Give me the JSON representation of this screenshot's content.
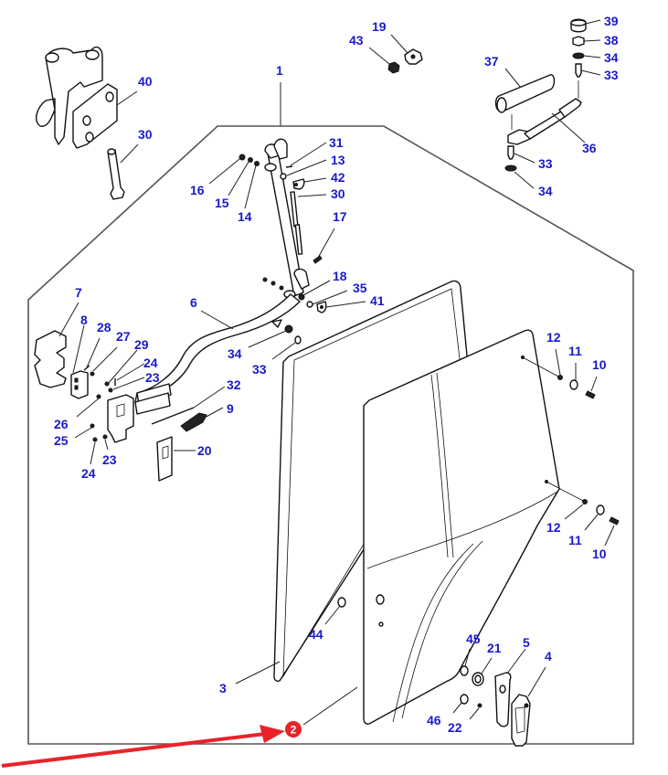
{
  "diagram": {
    "title": "Cab door assembly exploded parts view",
    "label_color": "#1a1acc",
    "highlight_color": "#e8232a",
    "highlighted_part": "2",
    "callouts": [
      {
        "id": "c1",
        "text": "1"
      },
      {
        "id": "c2",
        "text": "2"
      },
      {
        "id": "c3",
        "text": "3"
      },
      {
        "id": "c4",
        "text": "4"
      },
      {
        "id": "c5",
        "text": "5"
      },
      {
        "id": "c6",
        "text": "6"
      },
      {
        "id": "c7",
        "text": "7"
      },
      {
        "id": "c8",
        "text": "8"
      },
      {
        "id": "c9",
        "text": "9"
      },
      {
        "id": "c10a",
        "text": "10"
      },
      {
        "id": "c10b",
        "text": "10"
      },
      {
        "id": "c11a",
        "text": "11"
      },
      {
        "id": "c11b",
        "text": "11"
      },
      {
        "id": "c12a",
        "text": "12"
      },
      {
        "id": "c12b",
        "text": "12"
      },
      {
        "id": "c13",
        "text": "13"
      },
      {
        "id": "c14",
        "text": "14"
      },
      {
        "id": "c15",
        "text": "15"
      },
      {
        "id": "c16",
        "text": "16"
      },
      {
        "id": "c17",
        "text": "17"
      },
      {
        "id": "c18",
        "text": "18"
      },
      {
        "id": "c19",
        "text": "19"
      },
      {
        "id": "c20",
        "text": "20"
      },
      {
        "id": "c21",
        "text": "21"
      },
      {
        "id": "c22",
        "text": "22"
      },
      {
        "id": "c23a",
        "text": "23"
      },
      {
        "id": "c23b",
        "text": "23"
      },
      {
        "id": "c24a",
        "text": "24"
      },
      {
        "id": "c24b",
        "text": "24"
      },
      {
        "id": "c25",
        "text": "25"
      },
      {
        "id": "c26",
        "text": "26"
      },
      {
        "id": "c27",
        "text": "27"
      },
      {
        "id": "c28",
        "text": "28"
      },
      {
        "id": "c29",
        "text": "29"
      },
      {
        "id": "c30a",
        "text": "30"
      },
      {
        "id": "c30b",
        "text": "30"
      },
      {
        "id": "c31",
        "text": "31"
      },
      {
        "id": "c32",
        "text": "32"
      },
      {
        "id": "c33a",
        "text": "33"
      },
      {
        "id": "c33b",
        "text": "33"
      },
      {
        "id": "c33c",
        "text": "33"
      },
      {
        "id": "c34a",
        "text": "34"
      },
      {
        "id": "c34b",
        "text": "34"
      },
      {
        "id": "c34c",
        "text": "34"
      },
      {
        "id": "c35",
        "text": "35"
      },
      {
        "id": "c36",
        "text": "36"
      },
      {
        "id": "c37",
        "text": "37"
      },
      {
        "id": "c38",
        "text": "38"
      },
      {
        "id": "c39",
        "text": "39"
      },
      {
        "id": "c40",
        "text": "40"
      },
      {
        "id": "c41",
        "text": "41"
      },
      {
        "id": "c42",
        "text": "42"
      },
      {
        "id": "c43",
        "text": "43"
      },
      {
        "id": "c44",
        "text": "44"
      },
      {
        "id": "c45",
        "text": "45"
      },
      {
        "id": "c46",
        "text": "46"
      }
    ]
  }
}
